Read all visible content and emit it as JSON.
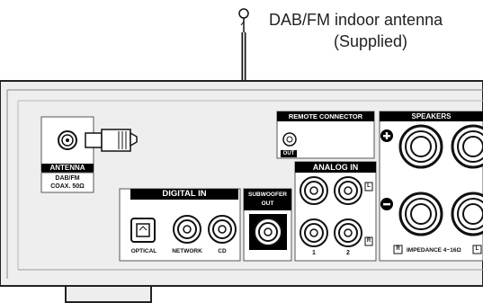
{
  "antenna": {
    "caption_line1": "DAB/FM indoor antenna",
    "caption_line2": "(Supplied)"
  },
  "panel": {
    "antenna_header": "ANTENNA",
    "antenna_sub1": "DAB/FM",
    "antenna_sub2": "COAX. 50Ω",
    "remote_header": "REMOTE CONNECTOR",
    "remote_out": "OUT",
    "speakers_header": "SPEAKERS",
    "analog_header": "ANALOG IN",
    "analog_L": "L",
    "analog_R": "R",
    "analog_1": "1",
    "analog_2": "2",
    "digital_header": "DIGITAL IN",
    "digital_optical": "OPTICAL",
    "digital_network": "NETWORK",
    "digital_cd": "CD",
    "subwoofer_line1": "SUBWOOFER",
    "subwoofer_line2": "OUT",
    "speakers_R": "R",
    "impedance": "IMPEDANCE 4~16Ω",
    "speakers_L": "L"
  }
}
